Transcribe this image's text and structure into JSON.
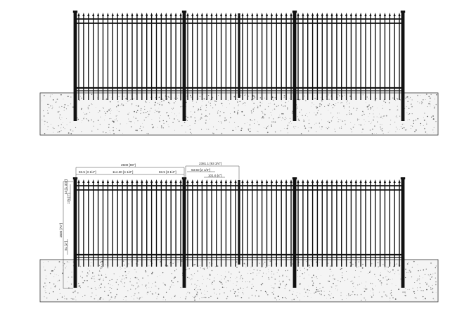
{
  "colors": {
    "fence": "#111111",
    "ground_fill": "#f4f4f4",
    "ground_stroke": "#333333",
    "gravel": "#555555",
    "dimension": "#444444"
  },
  "views": [
    {
      "name": "elevation"
    },
    {
      "name": "dimensioned-elevation"
    }
  ],
  "dimensions": {
    "overall_width": "2500 [98\"]",
    "panel_width": "2381.1 [93 3/4\"]",
    "post_left_gap": "83.5 [3 1/4\"]",
    "picket_span": "114.30 [4 1/2\"]",
    "post_right_gap": "83.5 [3 1/4\"]",
    "post_width": "63.50 [2 1/2\"]",
    "picket_spacing": "101.6 [4\"]",
    "overall_height": "1830 [72\"]",
    "top_spear_height": "44 [1 3/4\"]",
    "rail_offset": "178 [7\"]",
    "bottom_clearance": "51 [2\"]"
  }
}
